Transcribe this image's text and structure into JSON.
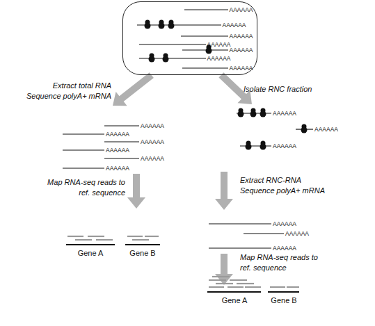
{
  "diagram": {
    "nodes": [
      {
        "text": [
          "AAAAAA",
          "AAAAAA",
          "AAAAAA",
          "AAAAAA",
          "AAAAAA",
          "AAAAAA",
          "AAAAAA"
        ]
      }
    ],
    "labels": [
      "Extract total RNA Sequence polyA+ mRNA",
      "Isolate RNC fraction",
      "Map RNA-seq reads to ref. sequence",
      "Extract RNC-RNA Sequence polyA+ mRNA",
      "Map RNA-seq reads to ref. sequence",
      "AAAAAA",
      "AAAAAA",
      "AAAAAA",
      "AAAAAA",
      "AAAAAA",
      "AAAAAA",
      "AAAAAA",
      "AAAAAA",
      "AAAAAA",
      "AAAAAA",
      "AAAAAA",
      "AAAAAA",
      "Gene A",
      "Gene B",
      "Gene A",
      "Gene B"
    ]
  }
}
